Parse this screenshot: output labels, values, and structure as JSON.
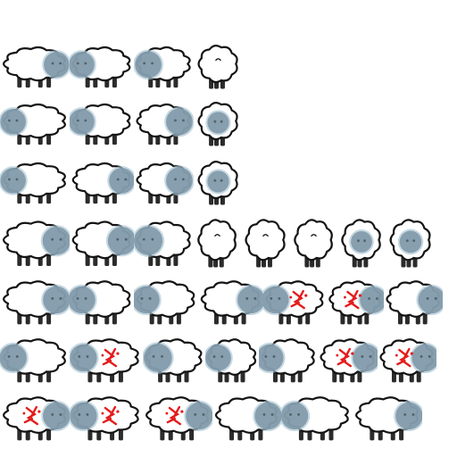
{
  "sheet": {
    "palette": {
      "wool": "#ffffff",
      "outline": "#141414",
      "face": "#7f98a8",
      "face_dark": "#54626c",
      "face_glow": "#a9c4d2",
      "leg": "#2b2b2b",
      "blood": "#e51c1c"
    },
    "rows": [
      {
        "name": "walk-side-row",
        "frames": [
          {
            "pose": "side",
            "dir": "right"
          },
          {
            "pose": "side",
            "dir": "left"
          },
          {
            "pose": "threeq",
            "dir": "left"
          },
          {
            "pose": "back",
            "dir": "none"
          }
        ]
      },
      {
        "name": "walk-variant-row",
        "frames": [
          {
            "pose": "side",
            "dir": "left"
          },
          {
            "pose": "side",
            "dir": "left"
          },
          {
            "pose": "threeq",
            "dir": "right"
          },
          {
            "pose": "front",
            "dir": "none"
          }
        ]
      },
      {
        "name": "idle-row",
        "frames": [
          {
            "pose": "side",
            "dir": "left"
          },
          {
            "pose": "side",
            "dir": "right"
          },
          {
            "pose": "threeq",
            "dir": "right"
          },
          {
            "pose": "front",
            "dir": "none"
          }
        ]
      },
      {
        "name": "run-row",
        "frames": [
          {
            "pose": "side",
            "dir": "right"
          },
          {
            "pose": "side",
            "dir": "right"
          },
          {
            "pose": "threeq",
            "dir": "left"
          },
          {
            "pose": "back",
            "dir": "none"
          },
          {
            "pose": "back",
            "dir": "none"
          },
          {
            "pose": "back",
            "dir": "none"
          },
          {
            "pose": "front",
            "dir": "none"
          },
          {
            "pose": "front",
            "dir": "none"
          }
        ]
      },
      {
        "name": "hit-row",
        "frames": [
          {
            "pose": "side",
            "dir": "right"
          },
          {
            "pose": "side",
            "dir": "left"
          },
          {
            "pose": "side",
            "dir": "left"
          },
          {
            "pose": "side",
            "dir": "right"
          },
          {
            "pose": "hit",
            "dir": "left"
          },
          {
            "pose": "hit",
            "dir": "right"
          },
          {
            "pose": "side",
            "dir": "right"
          }
        ]
      },
      {
        "name": "eat-row",
        "frames": [
          {
            "pose": "side",
            "dir": "left"
          },
          {
            "pose": "hit",
            "dir": "left"
          },
          {
            "pose": "threeq",
            "dir": "left"
          },
          {
            "pose": "threeq",
            "dir": "left"
          },
          {
            "pose": "side",
            "dir": "left"
          },
          {
            "pose": "hit",
            "dir": "none"
          },
          {
            "pose": "hit",
            "dir": "right"
          }
        ]
      },
      {
        "name": "death-row",
        "frames": [
          {
            "pose": "hit",
            "dir": "right"
          },
          {
            "pose": "hit",
            "dir": "left"
          },
          {
            "pose": "hit",
            "dir": "right"
          },
          {
            "pose": "side",
            "dir": "right"
          },
          {
            "pose": "side",
            "dir": "left"
          },
          {
            "pose": "side",
            "dir": "right"
          }
        ]
      }
    ]
  }
}
